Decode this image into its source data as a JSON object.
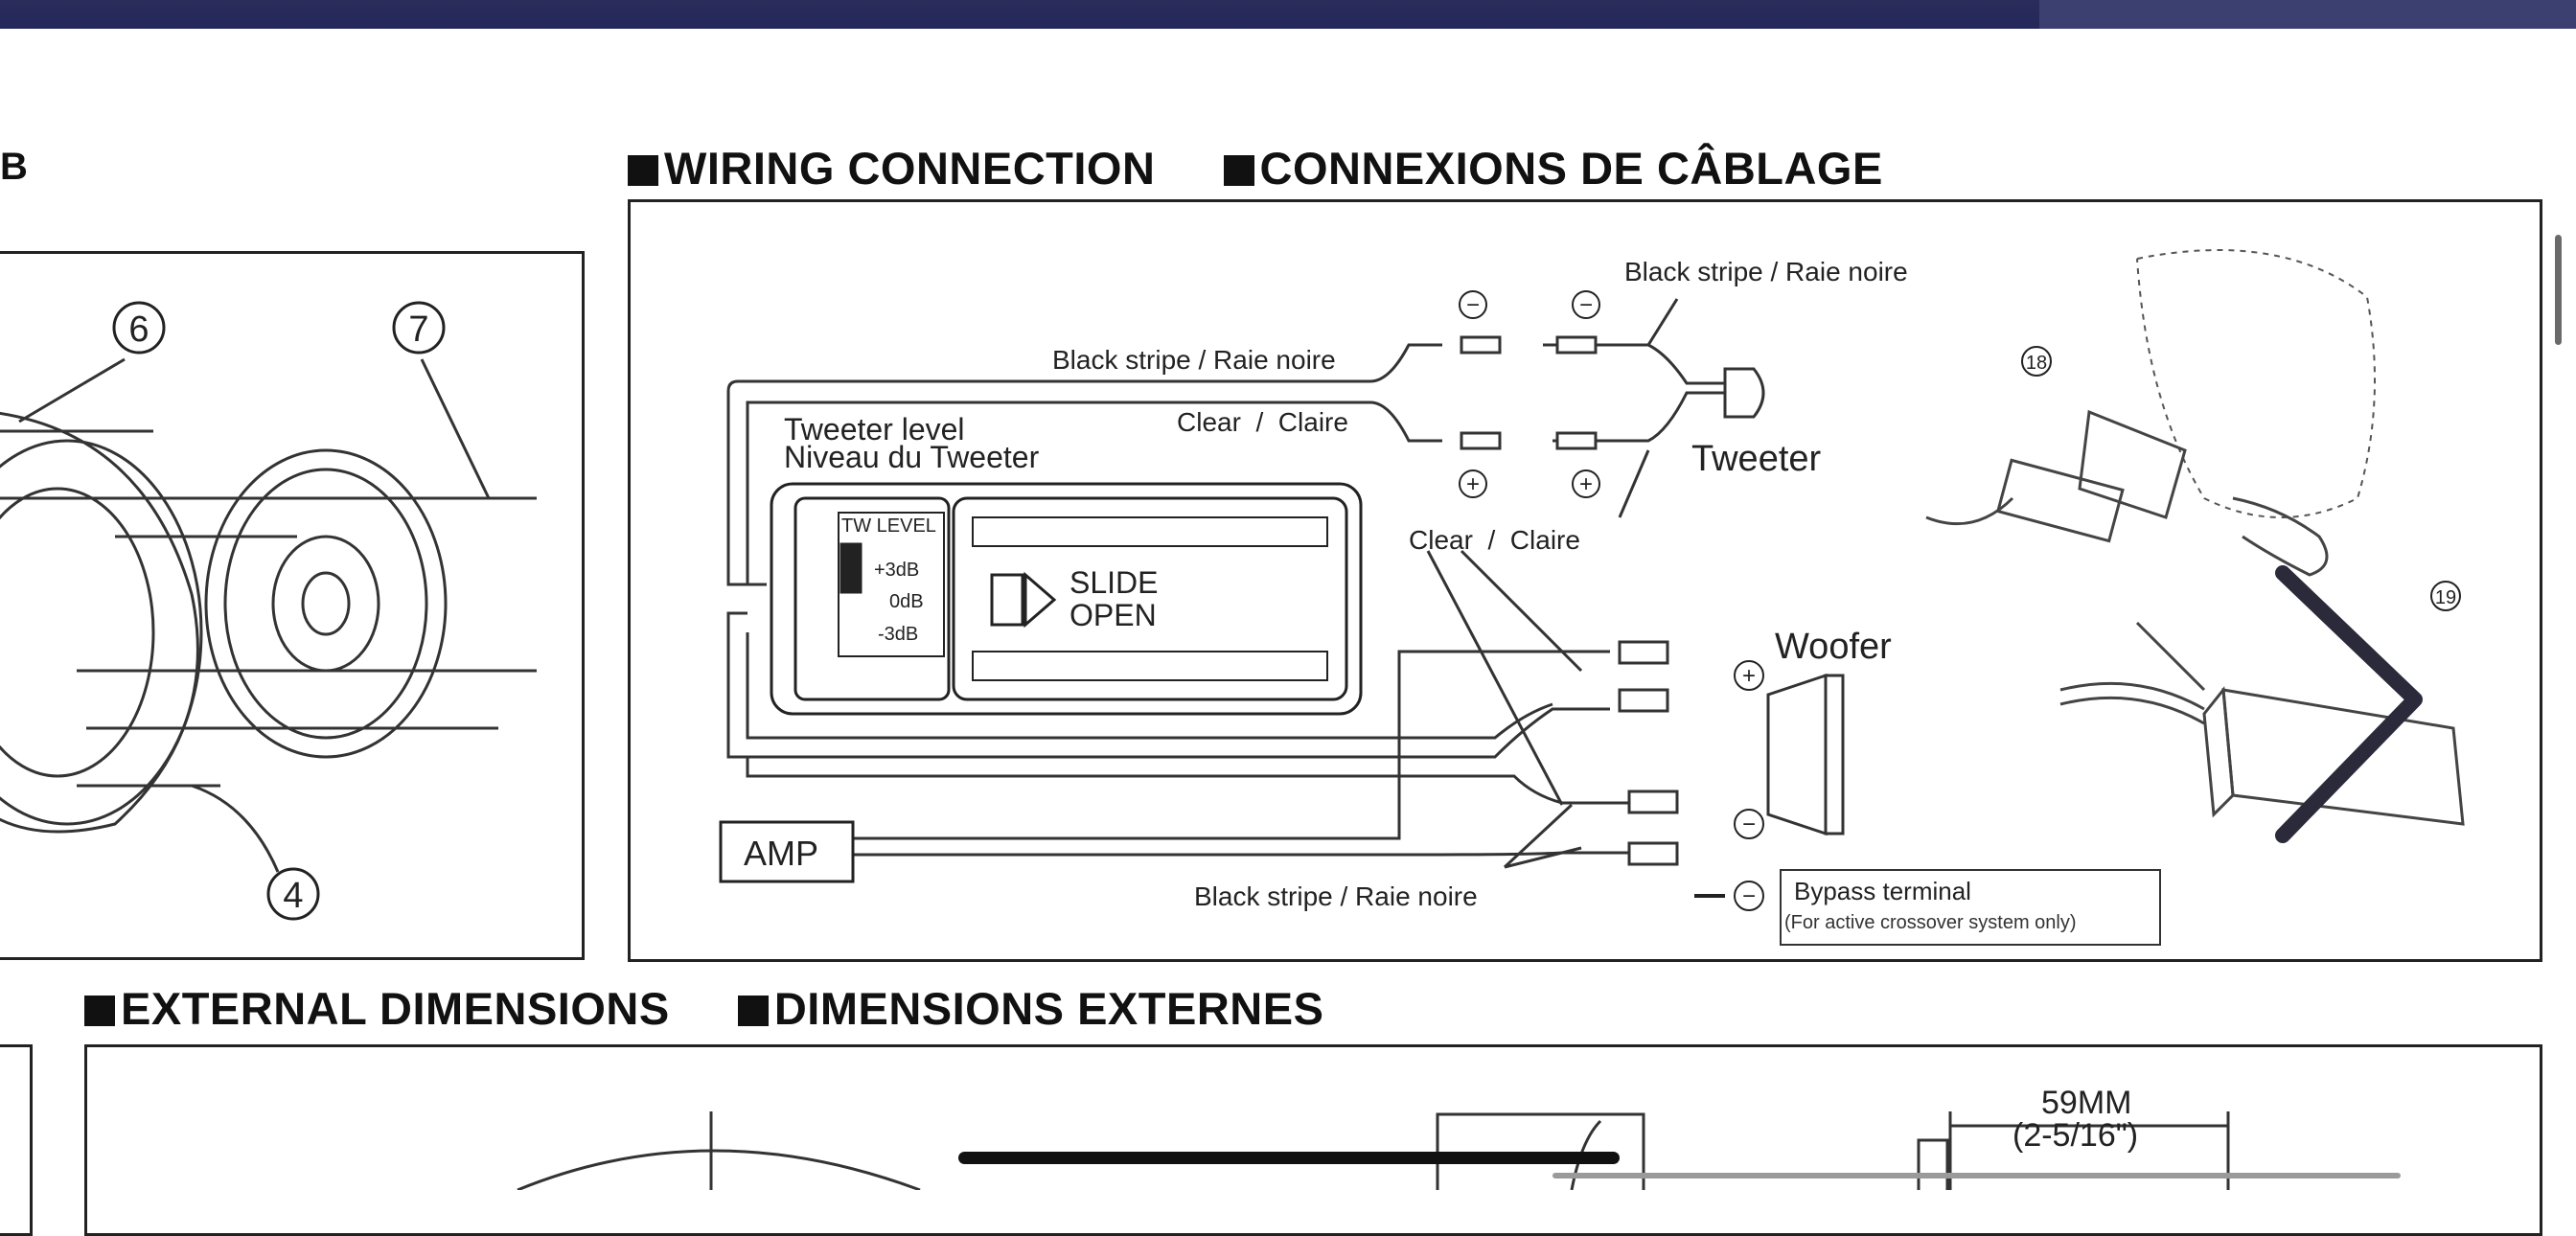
{
  "colors": {
    "top_bar": "#23275a",
    "page_bg": "#ffffff",
    "ink": "#222222"
  },
  "headings": {
    "left_fragment": "B",
    "wiring_en": "WIRING CONNECTION",
    "wiring_fr": "CONNEXIONS DE CÂBLAGE",
    "dims_en": "EXTERNAL DIMENSIONS",
    "dims_fr": "DIMENSIONS EXTERNES"
  },
  "exploded_view": {
    "callouts": [
      "⑥",
      "⑦",
      "④"
    ]
  },
  "wiring_labels": {
    "black_stripe_top": "Black stripe / Raie noire",
    "black_stripe_left": "Black stripe / Raie noire",
    "clear_top": "Clear  /  Claire",
    "tweeter_level": "Tweeter level",
    "niveau_tweeter": "Niveau du Tweeter",
    "tw_level": "TW LEVEL",
    "plus3": "+3dB",
    "zero": "0dB",
    "minus3": "-3dB",
    "slide": "SLIDE",
    "open": "OPEN",
    "tweeter": "Tweeter",
    "clear_mid": "Clear  /  Claire",
    "woofer": "Woofer",
    "amp": "AMP",
    "black_stripe_bottom": "Black stripe / Raie noire",
    "bypass_terminal": "Bypass terminal",
    "bypass_note": "(For active crossover system only)",
    "minus_sign": "⊖",
    "plus_sign": "⊕",
    "callout_19": "⑲",
    "callout_18": "⑱"
  },
  "dimensions": {
    "depth_mm": "59MM",
    "depth_in": "(2-5/16\")"
  },
  "navigation": {
    "next_icon": "chevron-right-icon"
  }
}
